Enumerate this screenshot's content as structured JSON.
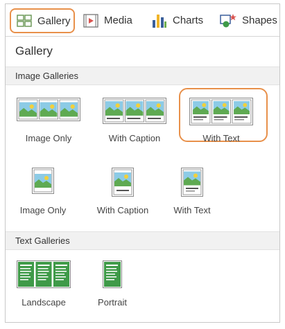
{
  "toolbar": {
    "gallery": "Gallery",
    "media": "Media",
    "charts": "Charts",
    "shapes": "Shapes"
  },
  "panel_title": "Gallery",
  "sections": {
    "image_galleries": "Image Galleries",
    "text_galleries": "Text Galleries"
  },
  "image_galleries": {
    "row1": [
      "Image Only",
      "With Caption",
      "With Text"
    ],
    "row2": [
      "Image Only",
      "With Caption",
      "With Text"
    ]
  },
  "text_galleries": [
    "Landscape",
    "Portrait"
  ],
  "colors": {
    "accent": "#e8904a",
    "image_sky": "#8ccbe6",
    "image_land": "#5faa52",
    "text_green": "#3f9a48"
  }
}
